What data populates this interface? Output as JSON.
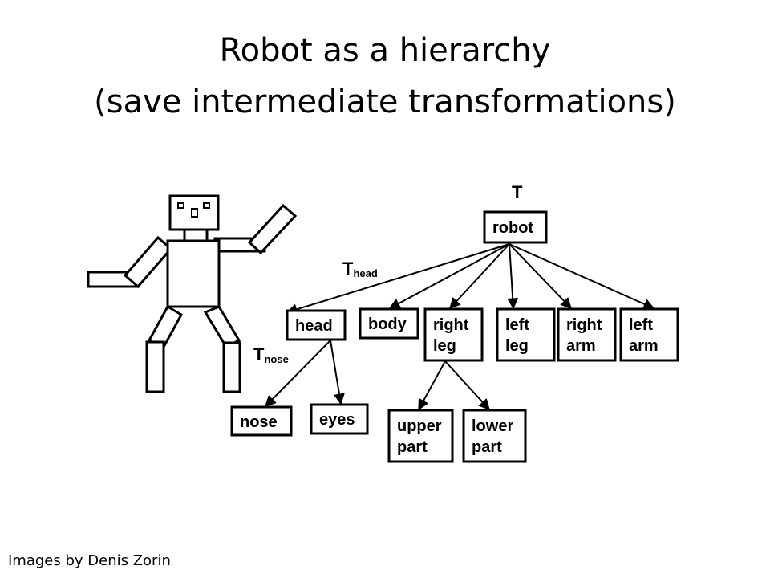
{
  "slide": {
    "title_line1": "Robot as a hierarchy",
    "title_line2": "(save intermediate transformations)",
    "credit": "Images by Denis Zorin"
  },
  "diagram": {
    "transform_labels": {
      "root": {
        "main": "T",
        "sub": ""
      },
      "head": {
        "main": "T",
        "sub": "head"
      },
      "nose": {
        "main": "T",
        "sub": "nose"
      }
    },
    "nodes": {
      "robot": [
        "robot"
      ],
      "head": [
        "head"
      ],
      "body": [
        "body"
      ],
      "right_leg": [
        "right",
        "leg"
      ],
      "left_leg": [
        "left",
        "leg"
      ],
      "right_arm": [
        "right",
        "arm"
      ],
      "left_arm": [
        "left",
        "arm"
      ],
      "nose": [
        "nose"
      ],
      "eyes": [
        "eyes"
      ],
      "upper_part": [
        "upper",
        "part"
      ],
      "lower_part": [
        "lower",
        "part"
      ]
    },
    "edges": [
      [
        "robot",
        "head"
      ],
      [
        "robot",
        "body"
      ],
      [
        "robot",
        "right_leg"
      ],
      [
        "robot",
        "left_leg"
      ],
      [
        "robot",
        "right_arm"
      ],
      [
        "robot",
        "left_arm"
      ],
      [
        "head",
        "nose"
      ],
      [
        "head",
        "eyes"
      ],
      [
        "right_leg",
        "upper_part"
      ],
      [
        "right_leg",
        "lower_part"
      ]
    ]
  }
}
